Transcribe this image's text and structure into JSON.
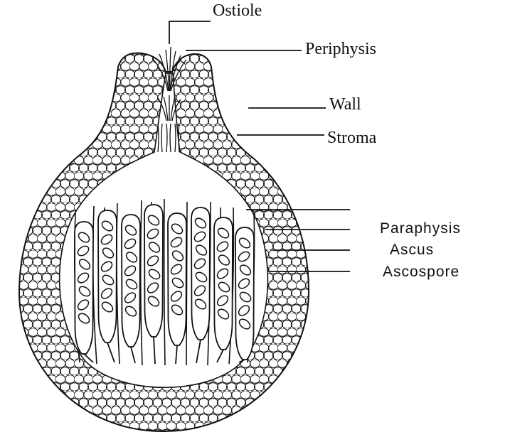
{
  "diagram": {
    "labels": {
      "ostiole": "Ostiole",
      "periphysis": "Periphysis",
      "wall": "Wall",
      "stroma": "Stroma",
      "paraphysis": "Paraphysis",
      "ascus": "Ascus",
      "ascospore": "Ascospore"
    },
    "colors": {
      "ink": "#111111",
      "background": "#ffffff"
    }
  }
}
